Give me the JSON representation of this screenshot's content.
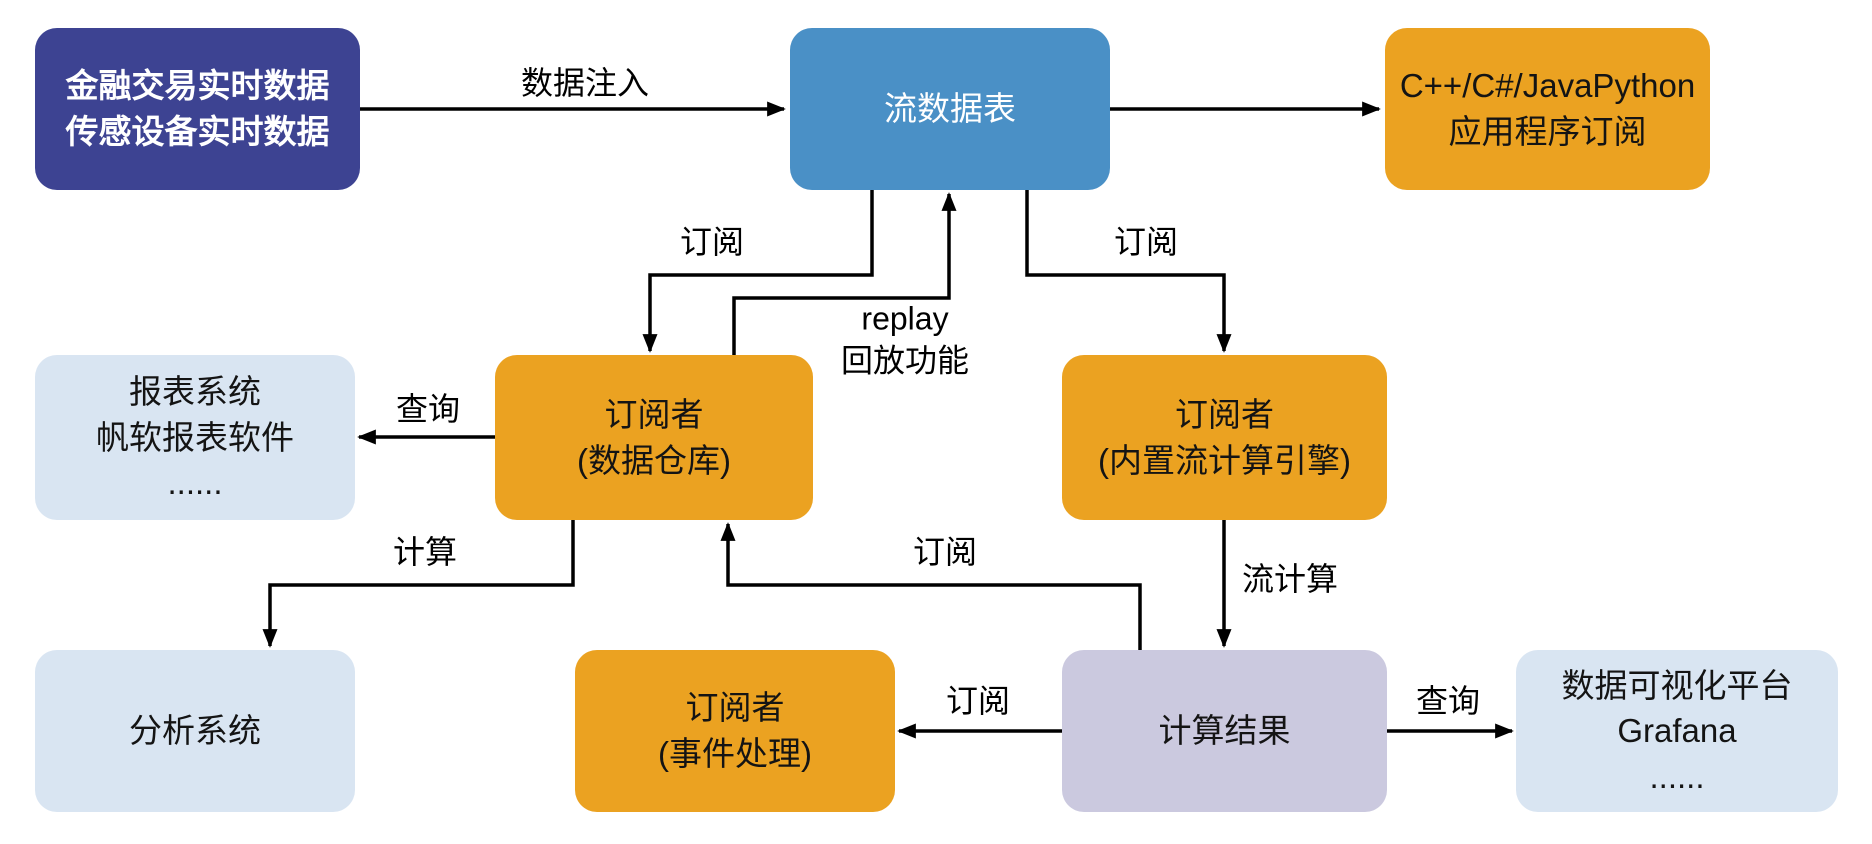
{
  "diagram": {
    "nodes": {
      "sources": {
        "label": "金融交易实时数据\n传感设备实时数据",
        "color": "#3D4392"
      },
      "stream_table": {
        "label": "流数据表",
        "color": "#4A90C6"
      },
      "app_subscription": {
        "label": "C++/C#/JavaPython\n应用程序订阅",
        "color": "#EBA221"
      },
      "report_system": {
        "label": "报表系统\n帆软报表软件\n......",
        "color": "#D9E5F2"
      },
      "subscriber_warehouse": {
        "label": "订阅者\n(数据仓库)",
        "color": "#EBA221"
      },
      "subscriber_stream_engine": {
        "label": "订阅者\n(内置流计算引擎)",
        "color": "#EBA221"
      },
      "analysis_system": {
        "label": "分析系统",
        "color": "#D9E5F2"
      },
      "subscriber_event": {
        "label": "订阅者\n(事件处理)",
        "color": "#EBA221"
      },
      "compute_result": {
        "label": "计算结果",
        "color": "#CBC9DF"
      },
      "visualization": {
        "label": "数据可视化平台\nGrafana\n......",
        "color": "#D9E5F2"
      }
    },
    "edges": {
      "inject": "数据注入",
      "subscribe_warehouse": "订阅",
      "replay": "replay\n回放功能",
      "subscribe_engine": "订阅",
      "query_report": "查询",
      "compute": "计算",
      "subscribe_from_result": "订阅",
      "stream_compute": "流计算",
      "subscribe_event": "订阅",
      "query_visualization": "查询"
    },
    "colors": {
      "arrow": "#000000",
      "background": "#FFFFFF"
    }
  }
}
